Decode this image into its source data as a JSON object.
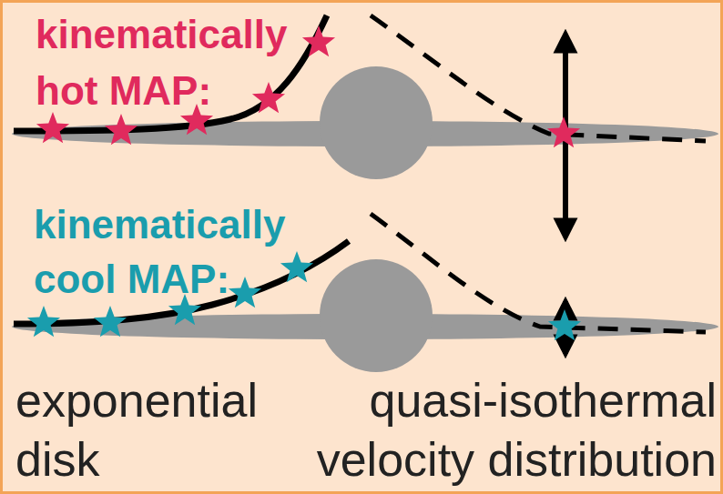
{
  "diagram": {
    "labels": [
      "kinematically hot MAP:",
      "kinematically cool MAP:",
      "exponential disk",
      "quasi-isothermal velocity distribution"
    ]
  }
}
